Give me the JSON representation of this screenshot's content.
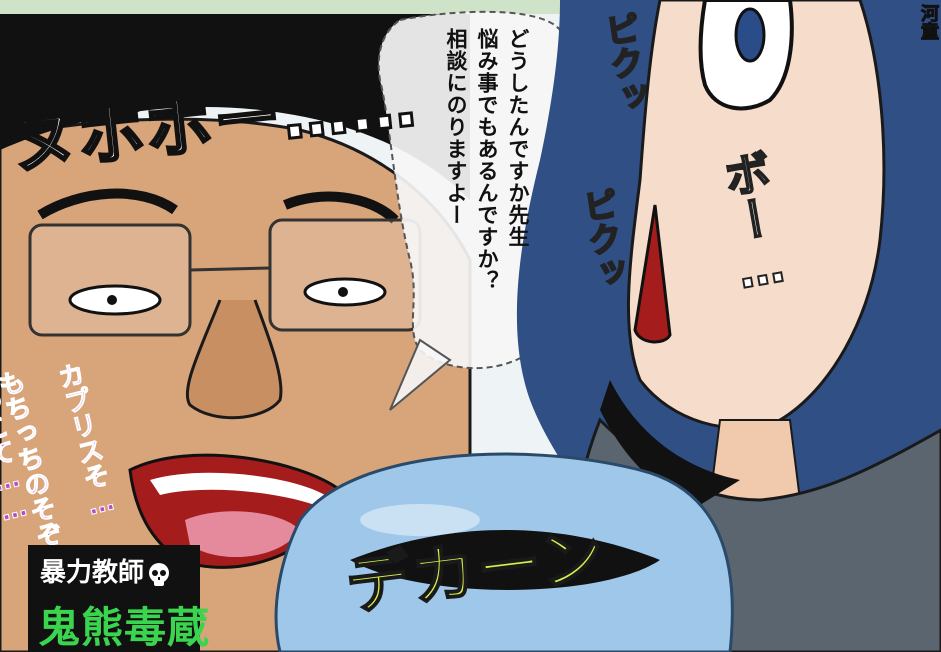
{
  "speech_bubble": {
    "lines": [
      "どうしたんですか先生",
      "悩み事でもあるんですか？",
      "相談にのりますよー"
    ]
  },
  "sfx": {
    "zubo": "ヌボボー……",
    "piku_top": "ピクッ",
    "piku_bottom": "ピクッ",
    "bo": "ボー…",
    "dekaan": "デカーン",
    "mutter_a": "カプリスそ…",
    "mutter_b": "もちっちのそぞ"
  },
  "mutter_extra": "つこて……",
  "caption": {
    "role": "暴力教師",
    "name": "鬼熊毒蔵"
  },
  "side_text": "河童",
  "colors": {
    "skin": "#d8a47a",
    "hair_dark": "#111111",
    "hair_blue": "#2f4f85",
    "balloon_blue": "#9fc7ea",
    "sfx_green": "#d7f24a",
    "caption_green": "#3bd44e",
    "mutter_purple": "#b44fc0",
    "mouth_red": "#a41c1c"
  }
}
